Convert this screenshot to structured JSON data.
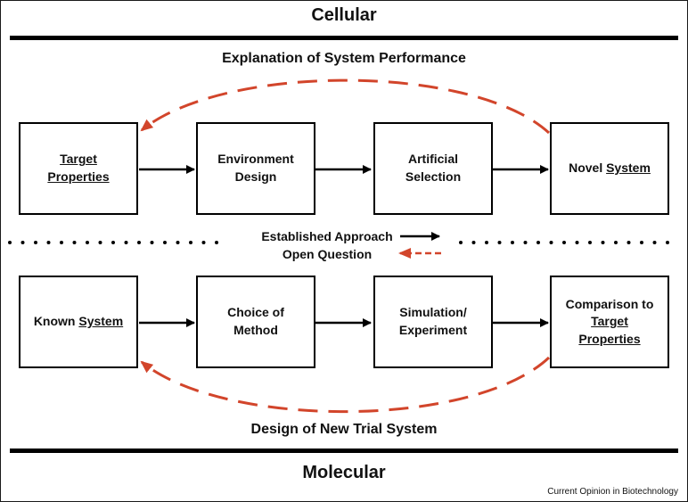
{
  "top_label": "Cellular",
  "bottom_label": "Molecular",
  "top_loop_label": "Explanation of System Performance",
  "bottom_loop_label": "Design of New Trial System",
  "top_row": [
    {
      "parts": [
        {
          "text": "Target",
          "u": true
        },
        {
          "br": true
        },
        {
          "text": "Properties",
          "u": true
        }
      ]
    },
    {
      "parts": [
        {
          "text": "Environment"
        },
        {
          "br": true
        },
        {
          "text": "Design"
        }
      ]
    },
    {
      "parts": [
        {
          "text": "Artificial"
        },
        {
          "br": true
        },
        {
          "text": "Selection"
        }
      ]
    },
    {
      "parts": [
        {
          "text": "Novel "
        },
        {
          "text": "System",
          "u": true
        }
      ]
    }
  ],
  "bottom_row": [
    {
      "parts": [
        {
          "text": "Known "
        },
        {
          "text": "System",
          "u": true
        }
      ]
    },
    {
      "parts": [
        {
          "text": "Choice of"
        },
        {
          "br": true
        },
        {
          "text": "Method"
        }
      ]
    },
    {
      "parts": [
        {
          "text": "Simulation/"
        },
        {
          "br": true
        },
        {
          "text": "Experiment"
        }
      ]
    },
    {
      "parts": [
        {
          "text": "Comparison to"
        },
        {
          "br": true
        },
        {
          "text": "Target",
          "u": true
        },
        {
          "br": true
        },
        {
          "text": "Properties",
          "u": true
        }
      ]
    }
  ],
  "legend": {
    "established": "Established Approach",
    "open": "Open Question"
  },
  "colors": {
    "solid_arrow": "#000000",
    "dashed_arrow": "#d2452b"
  },
  "credit": "Current Opinion in Biotechnology"
}
